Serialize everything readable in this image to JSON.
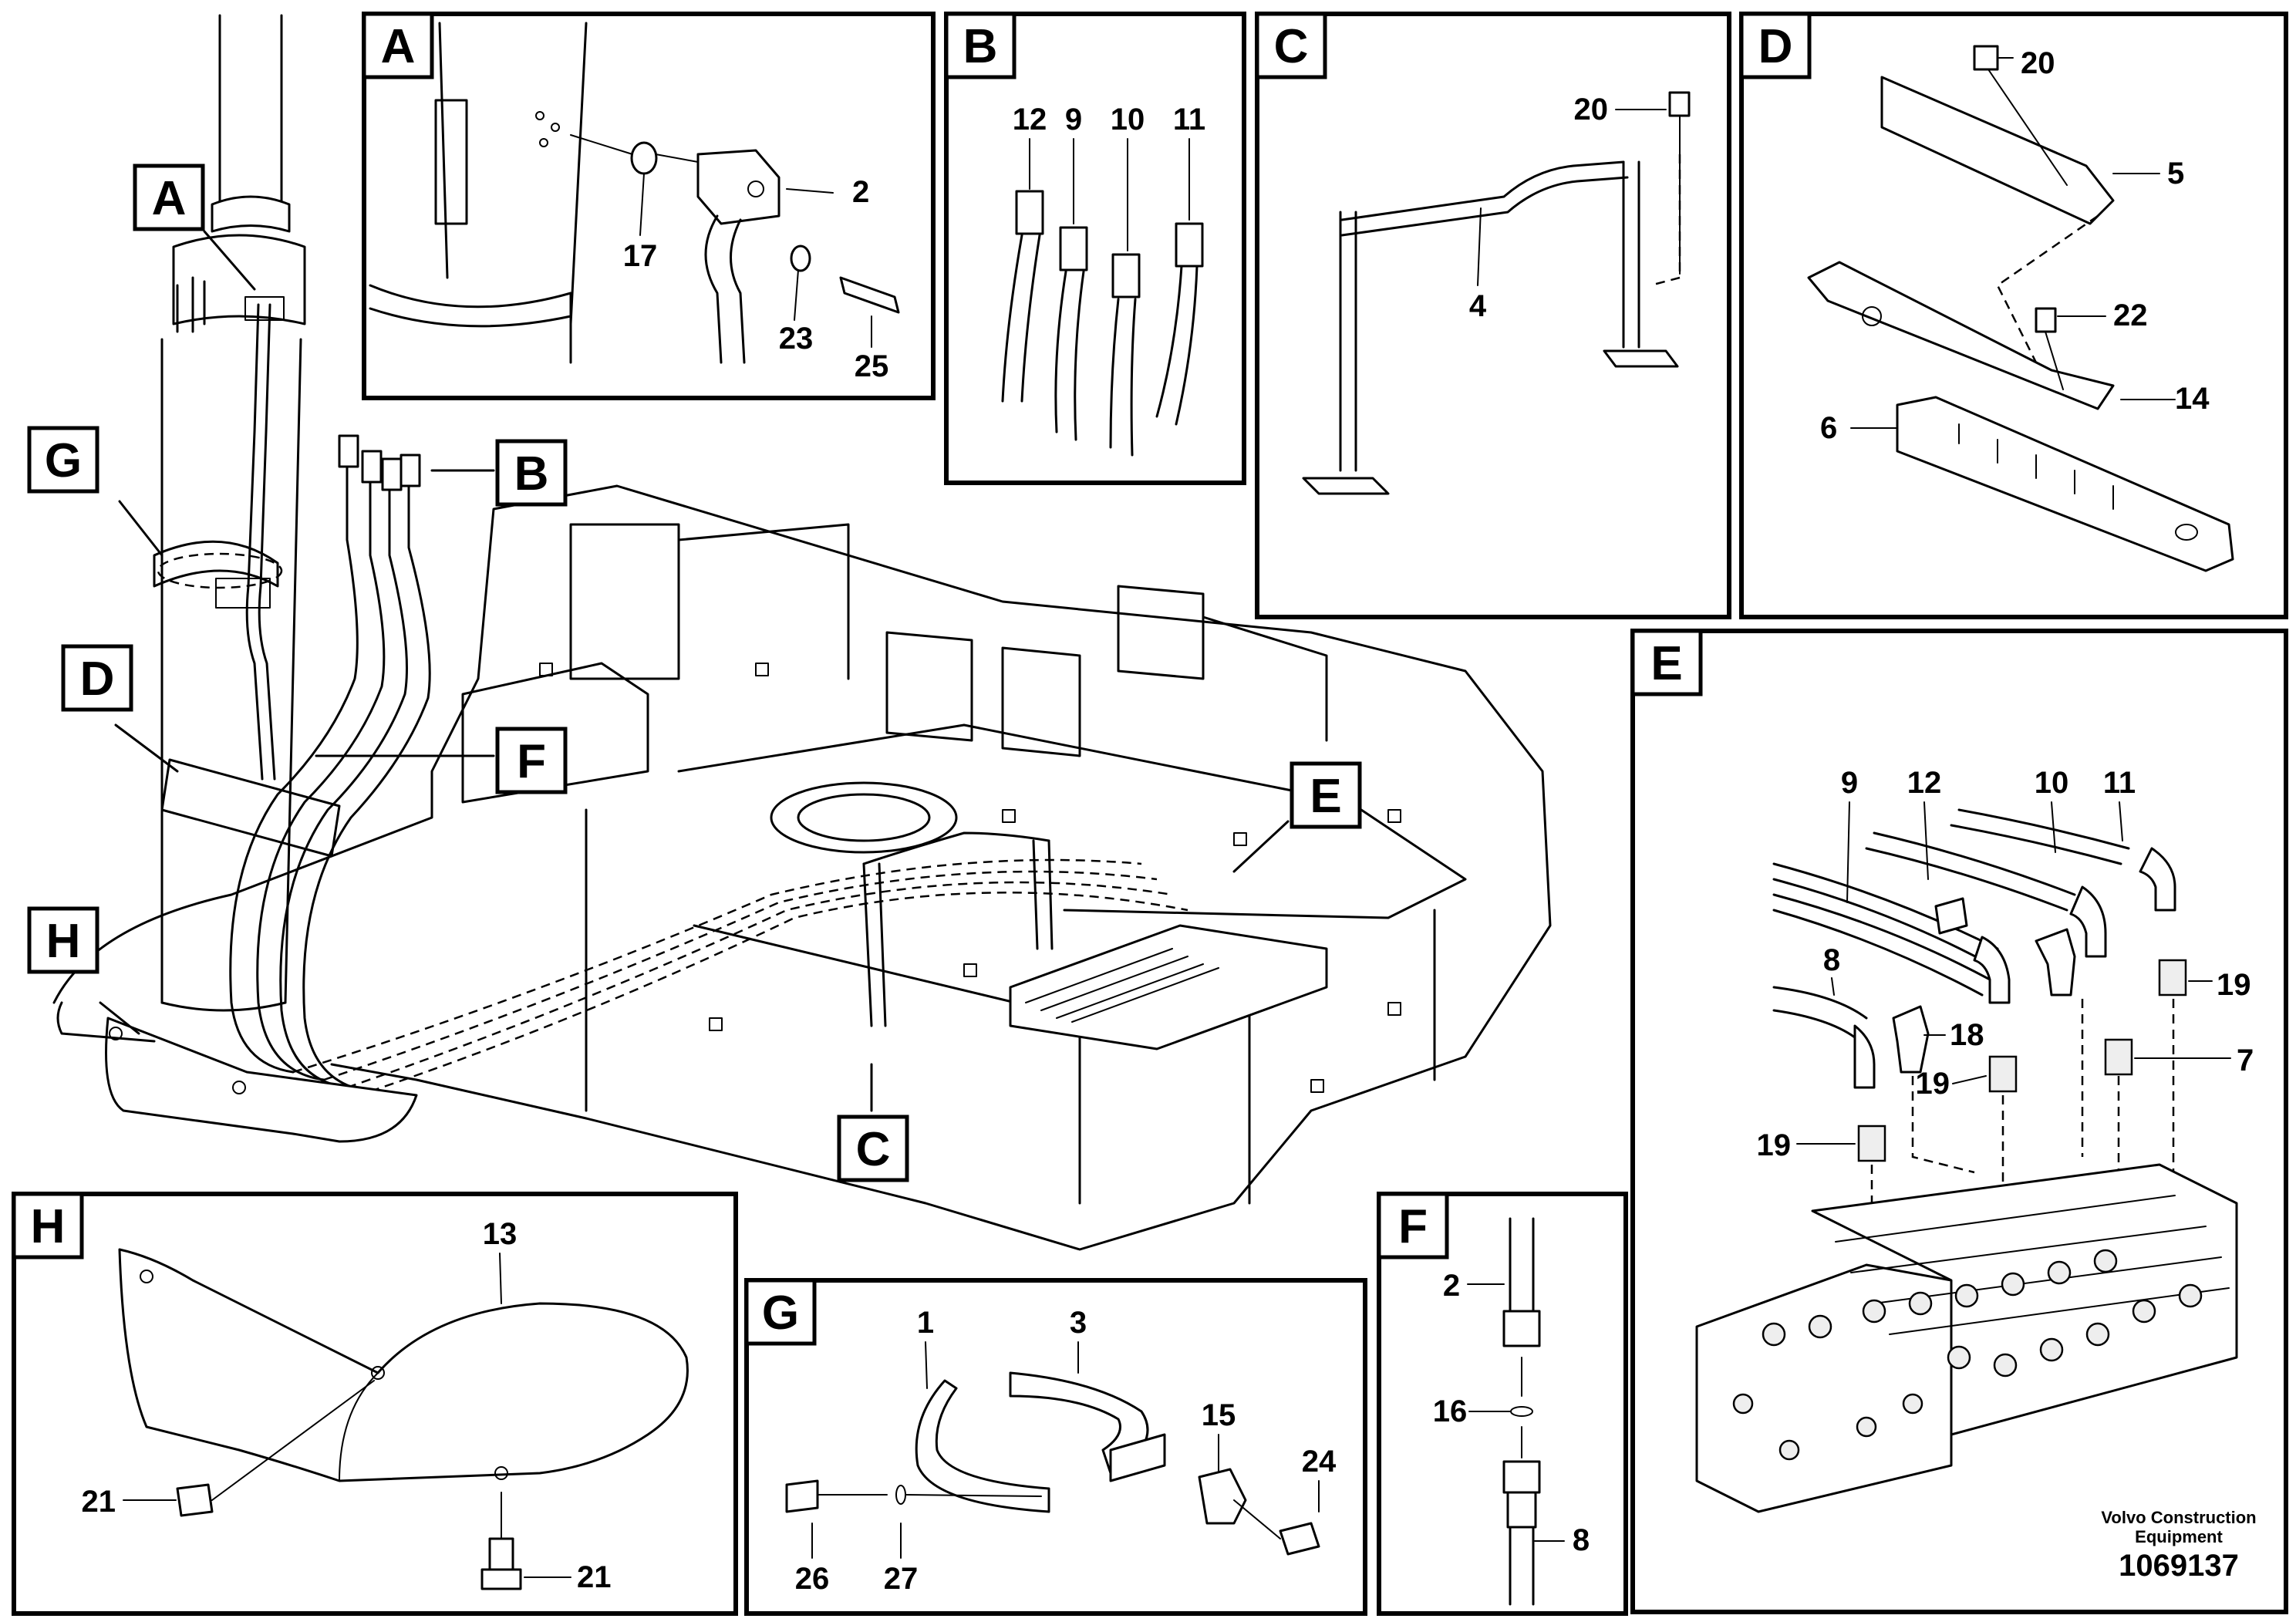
{
  "labels": {
    "main": {
      "A": "A",
      "B": "B",
      "C": "C",
      "D": "D",
      "E": "E",
      "F": "F",
      "G": "G",
      "H": "H"
    },
    "detail": {
      "A": "A",
      "B": "B",
      "C": "C",
      "D": "D",
      "E": "E",
      "F": "F",
      "G": "G",
      "H": "H"
    }
  },
  "parts": {
    "a": [
      "17",
      "2",
      "23",
      "25"
    ],
    "b": [
      "12",
      "9",
      "10",
      "11"
    ],
    "c": [
      "20",
      "4"
    ],
    "d": [
      "20",
      "5",
      "22",
      "14",
      "6"
    ],
    "e": [
      "9",
      "12",
      "10",
      "11",
      "8",
      "19",
      "18",
      "19",
      "7",
      "19"
    ],
    "f": [
      "2",
      "16",
      "8"
    ],
    "g": [
      "1",
      "3",
      "15",
      "24",
      "26",
      "27"
    ],
    "h": [
      "13",
      "21",
      "21"
    ]
  },
  "footer": {
    "brand_line1": "Volvo Construction",
    "brand_line2": "Equipment",
    "drawing_no": "1069137"
  }
}
